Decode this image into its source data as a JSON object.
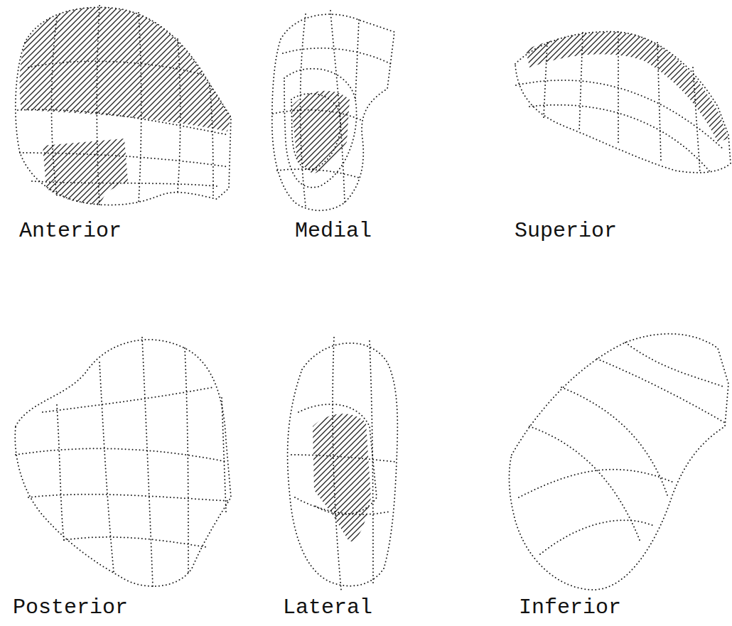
{
  "diagram": {
    "labels": [
      "Anterior",
      "Medial",
      "Superior",
      "Posterior",
      "Lateral",
      "Inferior"
    ]
  }
}
